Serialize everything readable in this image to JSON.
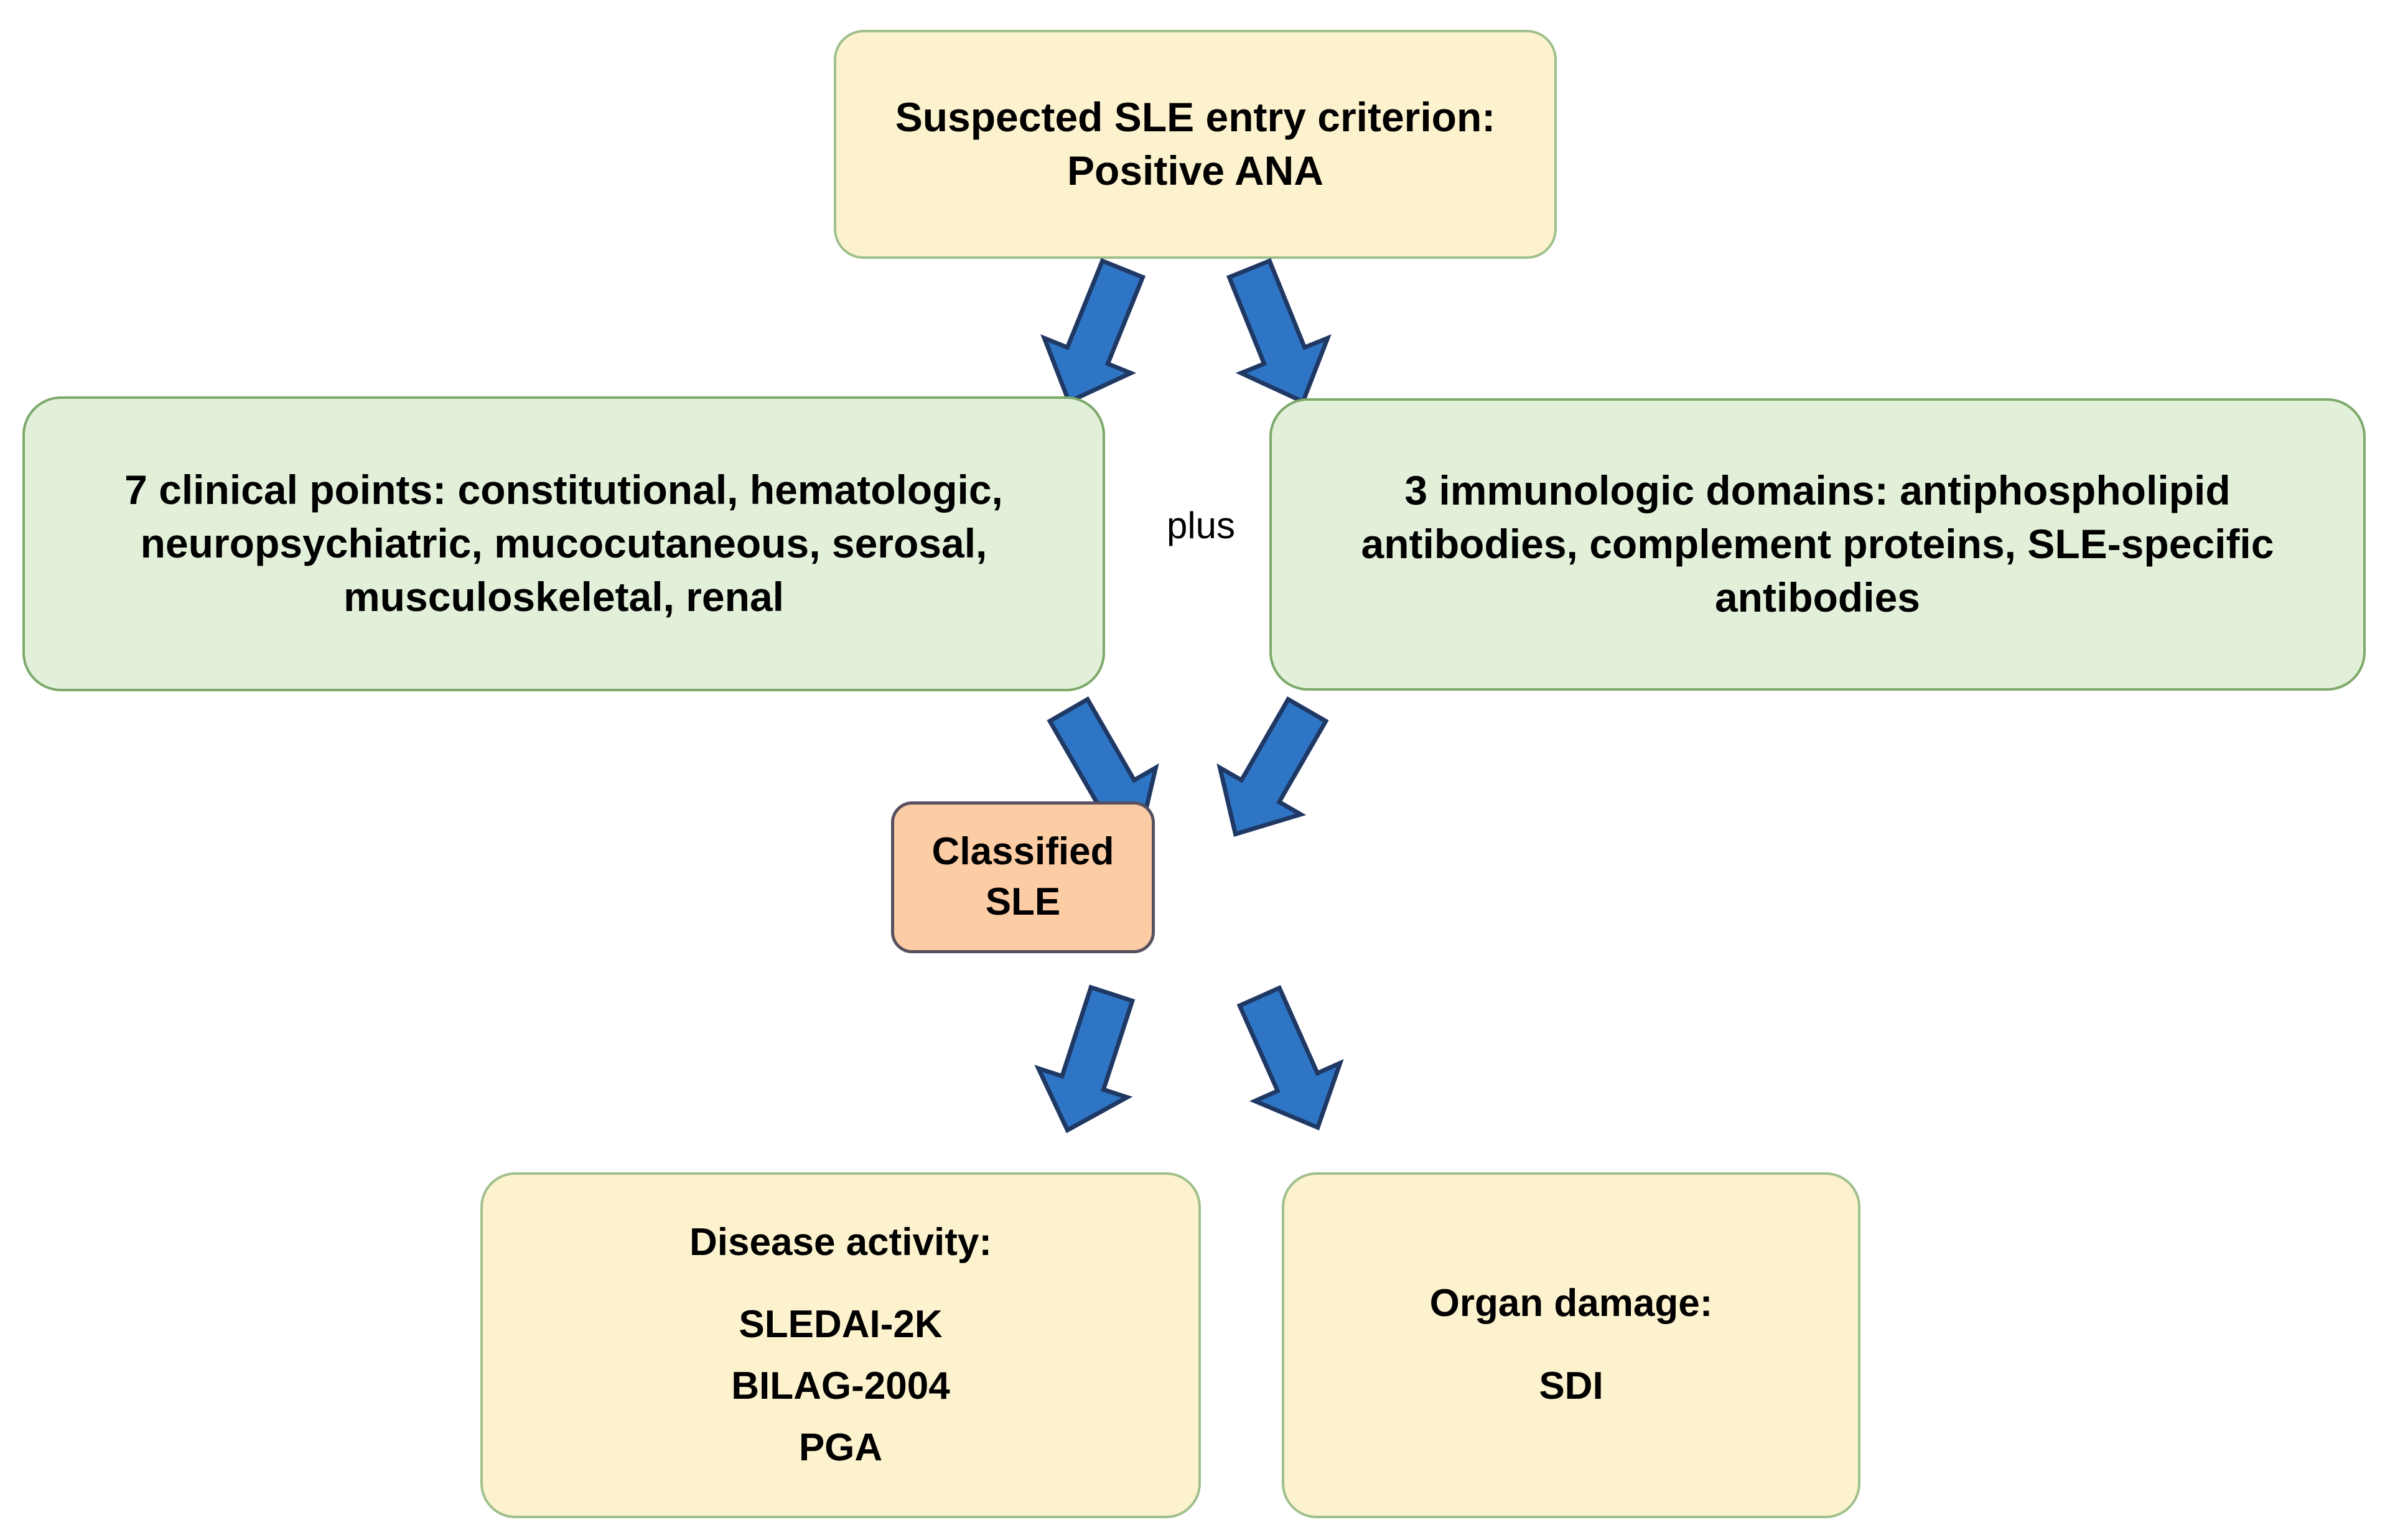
{
  "diagram": {
    "title": "SLE classification and assessment flowchart",
    "colors": {
      "cream_fill": "#FDF2CE",
      "cream_border": "#9FC08B",
      "green_fill": "#E2F0DA",
      "green_border": "#7DA96A",
      "peach_fill": "#FCCCA4",
      "peach_border": "#575060",
      "arrow_fill": "#2E75C6",
      "arrow_stroke": "#1F3864",
      "text": "#000000",
      "background": "#FFFFFF"
    }
  },
  "nodes": {
    "entry": {
      "line1": "Suspected SLE entry criterion:",
      "line2": "Positive ANA"
    },
    "clinical": {
      "line1": "7 clinical points: constitutional, hematologic,",
      "line2": "neuropsychiatric, mucocutaneous, serosal,",
      "line3": "musculoskeletal, renal"
    },
    "immunologic": {
      "line1": "3 immunologic domains: antiphospholipid",
      "line2": "antibodies, complement proteins, SLE-specific",
      "line3": "antibodies"
    },
    "classified": {
      "label": "Classified SLE"
    },
    "activity": {
      "heading": "Disease activity:",
      "item1": "SLEDAI-2K",
      "item2": "BILAG-2004",
      "item3": "PGA"
    },
    "damage": {
      "heading": "Organ damage:",
      "item1": "SDI"
    }
  },
  "connectors": {
    "plus_label": "plus",
    "arrows": [
      {
        "name": "entry-to-clinical",
        "from": "entry",
        "to": "clinical",
        "direction": "down-left"
      },
      {
        "name": "entry-to-immunologic",
        "from": "entry",
        "to": "immunologic",
        "direction": "down-right"
      },
      {
        "name": "clinical-to-classified",
        "from": "clinical",
        "to": "classified",
        "direction": "down-right"
      },
      {
        "name": "immunologic-to-classified",
        "from": "immunologic",
        "to": "classified",
        "direction": "down-left"
      },
      {
        "name": "classified-to-activity",
        "from": "classified",
        "to": "activity",
        "direction": "down-left"
      },
      {
        "name": "classified-to-damage",
        "from": "classified",
        "to": "damage",
        "direction": "down-right"
      }
    ]
  }
}
